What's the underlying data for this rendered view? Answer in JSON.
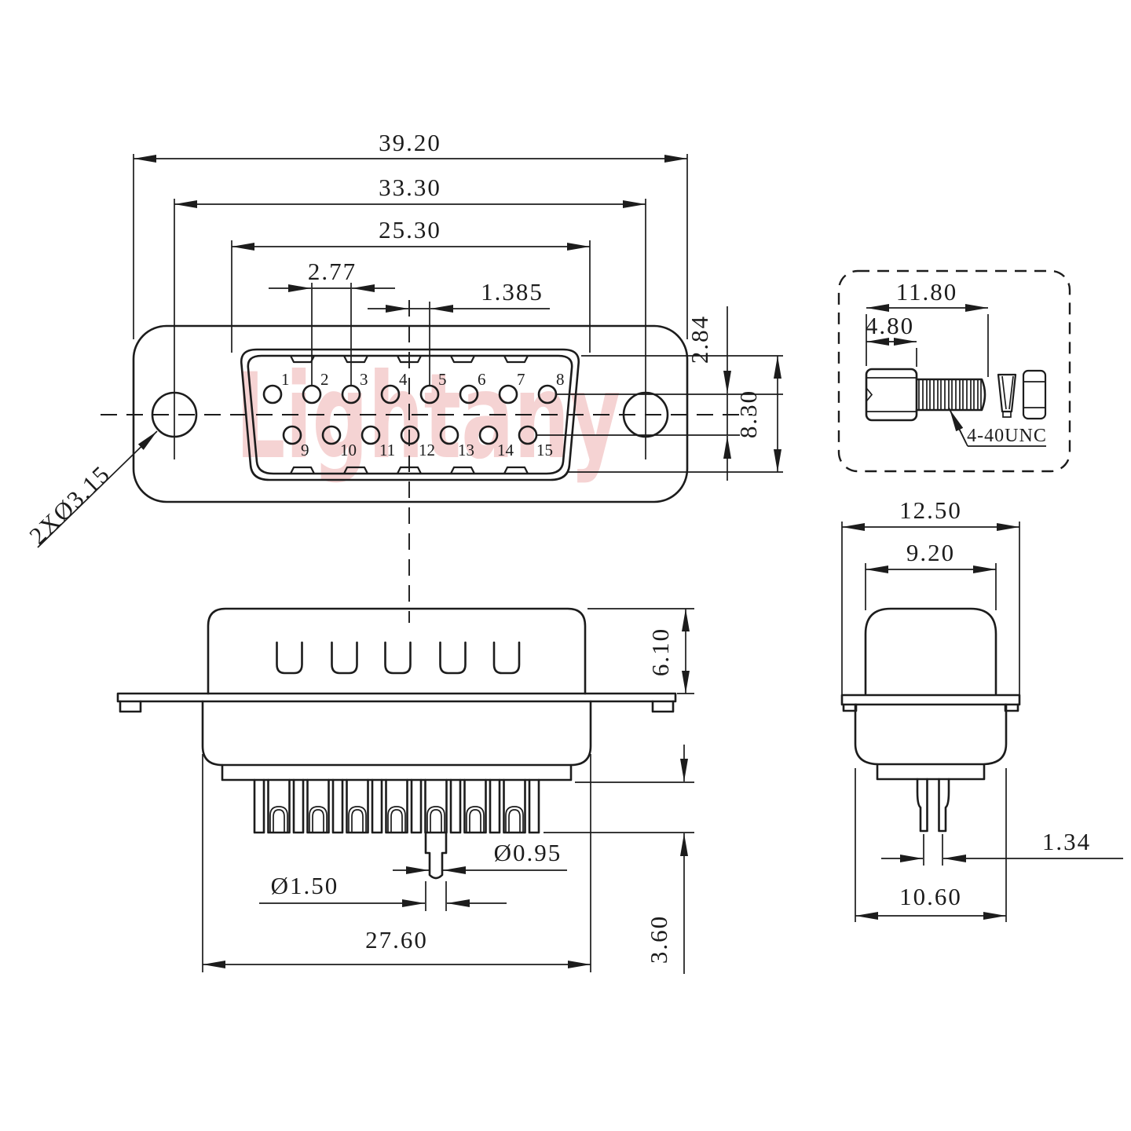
{
  "watermark": {
    "text": "Lightany",
    "color": "#eda9a9"
  },
  "ink_color": "#1c1c1c",
  "front_view": {
    "dim_overall_width": "39.20",
    "dim_hole_spacing": "33.30",
    "dim_shell_width": "25.30",
    "dim_pin_pitch": "2.77",
    "dim_half_pitch": "1.385",
    "dim_row_offset": "2.84",
    "dim_shell_height": "8.30",
    "dim_mounting_holes": "2XØ3.15",
    "pins_top": [
      "1",
      "2",
      "3",
      "4",
      "5",
      "6",
      "7",
      "8"
    ],
    "pins_bottom": [
      "9",
      "10",
      "11",
      "12",
      "13",
      "14",
      "15"
    ]
  },
  "screw_detail": {
    "dim_total_length": "11.80",
    "dim_head_length": "4.80",
    "thread_spec": "4-40UNC"
  },
  "side_view": {
    "dim_hood_height": "6.10",
    "dim_pin_tip_diameter": "Ø0.95",
    "dim_pin_cup_diameter": "Ø1.50",
    "dim_body_width": "27.60",
    "dim_pin_exposed_length": "3.60"
  },
  "end_view": {
    "dim_flange_width": "12.50",
    "dim_hood_width": "9.20",
    "dim_pin_row_gap": "1.34",
    "dim_body_width": "10.60"
  }
}
